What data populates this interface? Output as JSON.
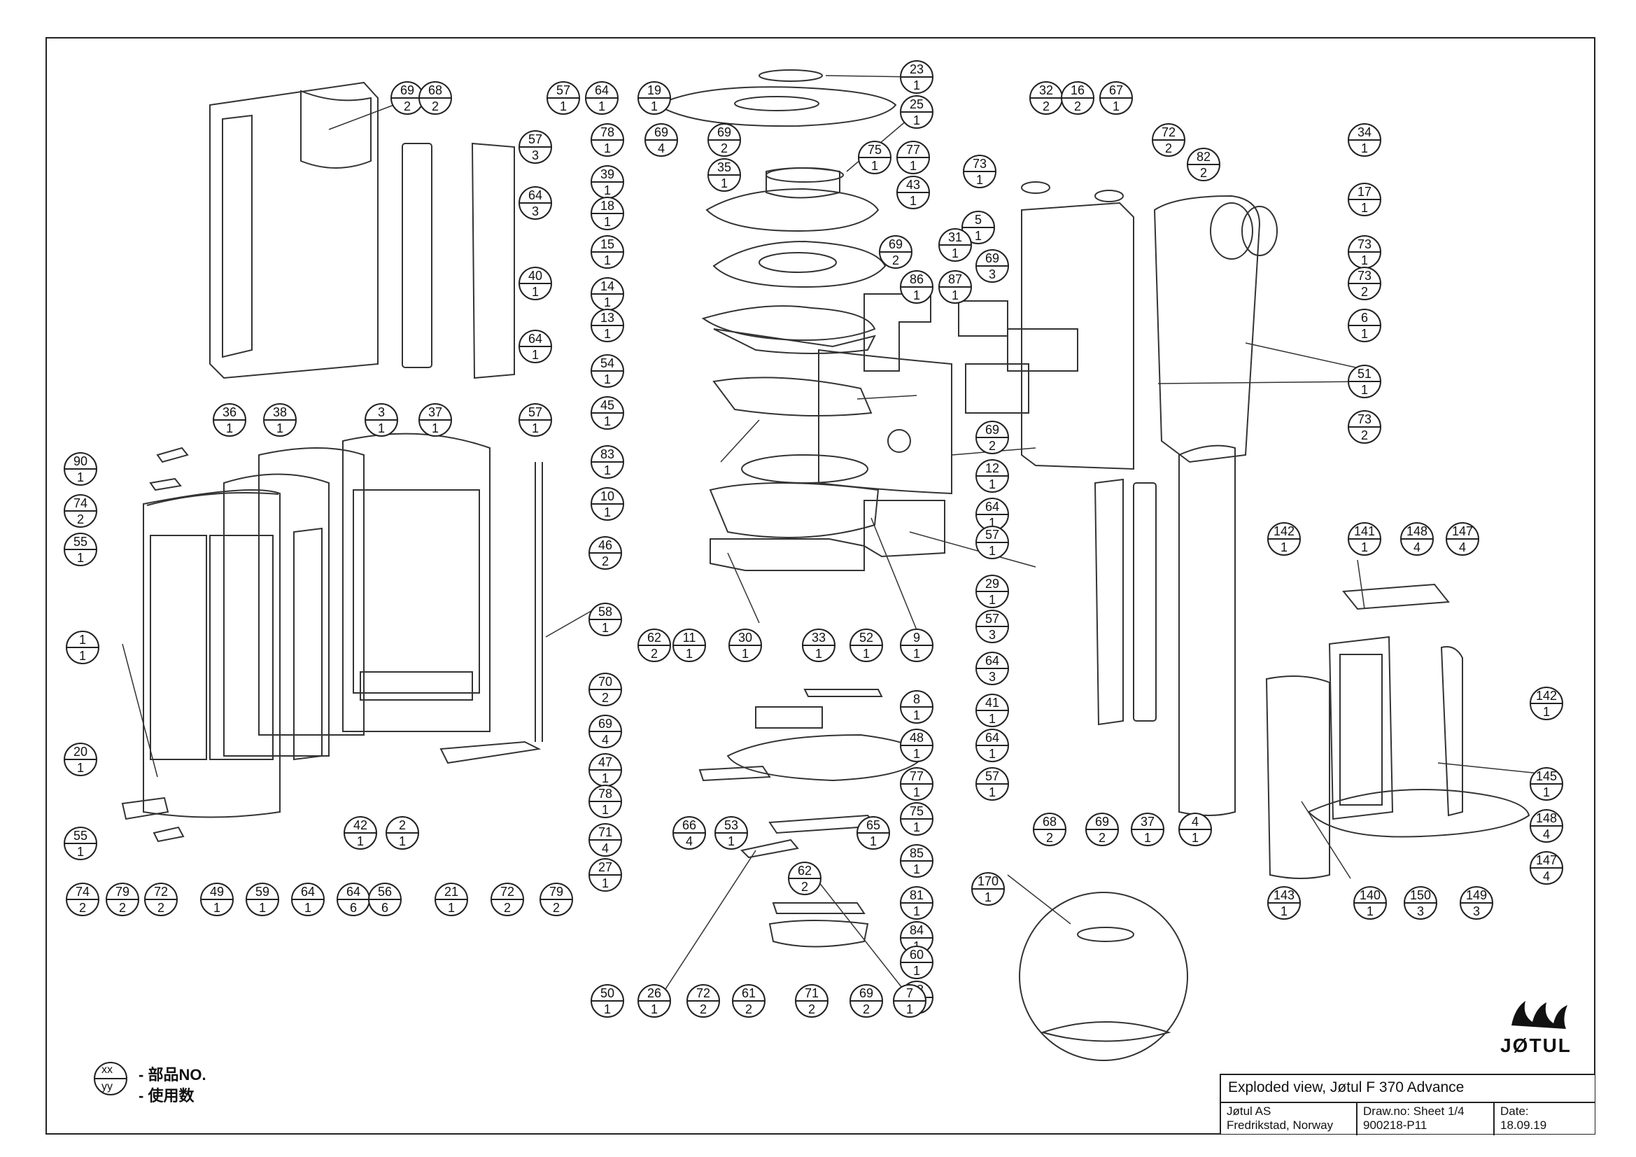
{
  "title_block": {
    "title": "Exploded view, Jøtul F 370 Advance",
    "company": "Jøtul AS",
    "location": "Fredrikstad, Norway",
    "draw_no_label": "Draw.no: Sheet 1/4",
    "draw_no": "900218-P11",
    "date_label": "Date:",
    "date": "18.09.19"
  },
  "legend": {
    "top_symbol": "xx",
    "bottom_symbol": "yy",
    "part_no_label": "- 部品NO.",
    "quantity_label": "- 使用数"
  },
  "logo": {
    "text": "JØTUL"
  },
  "callouts": [
    {
      "part": "69",
      "qty": "2"
    },
    {
      "part": "68",
      "qty": "2"
    },
    {
      "part": "57",
      "qty": "1"
    },
    {
      "part": "64",
      "qty": "1"
    },
    {
      "part": "19",
      "qty": "1"
    },
    {
      "part": "23",
      "qty": "1"
    },
    {
      "part": "25",
      "qty": "1"
    },
    {
      "part": "78",
      "qty": "1"
    },
    {
      "part": "69",
      "qty": "4"
    },
    {
      "part": "69",
      "qty": "2"
    },
    {
      "part": "57",
      "qty": "3"
    },
    {
      "part": "64",
      "qty": "3"
    },
    {
      "part": "35",
      "qty": "1"
    },
    {
      "part": "75",
      "qty": "1"
    },
    {
      "part": "77",
      "qty": "1"
    },
    {
      "part": "43",
      "qty": "1"
    },
    {
      "part": "39",
      "qty": "1"
    },
    {
      "part": "18",
      "qty": "1"
    },
    {
      "part": "15",
      "qty": "1"
    },
    {
      "part": "69",
      "qty": "2"
    },
    {
      "part": "40",
      "qty": "1"
    },
    {
      "part": "14",
      "qty": "1"
    },
    {
      "part": "13",
      "qty": "1"
    },
    {
      "part": "64",
      "qty": "1"
    },
    {
      "part": "54",
      "qty": "1"
    },
    {
      "part": "45",
      "qty": "1"
    },
    {
      "part": "57",
      "qty": "1"
    },
    {
      "part": "36",
      "qty": "1"
    },
    {
      "part": "38",
      "qty": "1"
    },
    {
      "part": "3",
      "qty": "1"
    },
    {
      "part": "37",
      "qty": "1"
    },
    {
      "part": "83",
      "qty": "1"
    },
    {
      "part": "10",
      "qty": "1"
    },
    {
      "part": "90",
      "qty": "1"
    },
    {
      "part": "74",
      "qty": "2"
    },
    {
      "part": "55",
      "qty": "1"
    },
    {
      "part": "46",
      "qty": "2"
    },
    {
      "part": "32",
      "qty": "2"
    },
    {
      "part": "16",
      "qty": "2"
    },
    {
      "part": "67",
      "qty": "1"
    },
    {
      "part": "72",
      "qty": "2"
    },
    {
      "part": "82",
      "qty": "2"
    },
    {
      "part": "34",
      "qty": "1"
    },
    {
      "part": "73",
      "qty": "1"
    },
    {
      "part": "17",
      "qty": "1"
    },
    {
      "part": "5",
      "qty": "1"
    },
    {
      "part": "31",
      "qty": "1"
    },
    {
      "part": "69",
      "qty": "3"
    },
    {
      "part": "73",
      "qty": "1"
    },
    {
      "part": "86",
      "qty": "1"
    },
    {
      "part": "87",
      "qty": "1"
    },
    {
      "part": "73",
      "qty": "2"
    },
    {
      "part": "6",
      "qty": "1"
    },
    {
      "part": "51",
      "qty": "1"
    },
    {
      "part": "73",
      "qty": "2"
    },
    {
      "part": "69",
      "qty": "2"
    },
    {
      "part": "12",
      "qty": "1"
    },
    {
      "part": "64",
      "qty": "1"
    },
    {
      "part": "57",
      "qty": "1"
    },
    {
      "part": "29",
      "qty": "1"
    },
    {
      "part": "1",
      "qty": "1"
    },
    {
      "part": "58",
      "qty": "1"
    },
    {
      "part": "62",
      "qty": "2"
    },
    {
      "part": "11",
      "qty": "1"
    },
    {
      "part": "30",
      "qty": "1"
    },
    {
      "part": "33",
      "qty": "1"
    },
    {
      "part": "52",
      "qty": "1"
    },
    {
      "part": "9",
      "qty": "1"
    },
    {
      "part": "70",
      "qty": "2"
    },
    {
      "part": "8",
      "qty": "1"
    },
    {
      "part": "69",
      "qty": "4"
    },
    {
      "part": "48",
      "qty": "1"
    },
    {
      "part": "47",
      "qty": "1"
    },
    {
      "part": "77",
      "qty": "1"
    },
    {
      "part": "78",
      "qty": "1"
    },
    {
      "part": "75",
      "qty": "1"
    },
    {
      "part": "71",
      "qty": "4"
    },
    {
      "part": "66",
      "qty": "4"
    },
    {
      "part": "53",
      "qty": "1"
    },
    {
      "part": "65",
      "qty": "1"
    },
    {
      "part": "85",
      "qty": "1"
    },
    {
      "part": "27",
      "qty": "1"
    },
    {
      "part": "62",
      "qty": "2"
    },
    {
      "part": "81",
      "qty": "1"
    },
    {
      "part": "84",
      "qty": "1"
    },
    {
      "part": "60",
      "qty": "1"
    },
    {
      "part": "28",
      "qty": "1"
    },
    {
      "part": "20",
      "qty": "1"
    },
    {
      "part": "55",
      "qty": "1"
    },
    {
      "part": "74",
      "qty": "2"
    },
    {
      "part": "79",
      "qty": "2"
    },
    {
      "part": "72",
      "qty": "2"
    },
    {
      "part": "49",
      "qty": "1"
    },
    {
      "part": "59",
      "qty": "1"
    },
    {
      "part": "64",
      "qty": "1"
    },
    {
      "part": "64",
      "qty": "6"
    },
    {
      "part": "56",
      "qty": "6"
    },
    {
      "part": "21",
      "qty": "1"
    },
    {
      "part": "72",
      "qty": "2"
    },
    {
      "part": "79",
      "qty": "2"
    },
    {
      "part": "42",
      "qty": "1"
    },
    {
      "part": "2",
      "qty": "1"
    },
    {
      "part": "57",
      "qty": "3"
    },
    {
      "part": "64",
      "qty": "3"
    },
    {
      "part": "41",
      "qty": "1"
    },
    {
      "part": "64",
      "qty": "1"
    },
    {
      "part": "57",
      "qty": "1"
    },
    {
      "part": "68",
      "qty": "2"
    },
    {
      "part": "69",
      "qty": "2"
    },
    {
      "part": "37",
      "qty": "1"
    },
    {
      "part": "4",
      "qty": "1"
    },
    {
      "part": "170",
      "qty": "1"
    },
    {
      "part": "50",
      "qty": "1"
    },
    {
      "part": "26",
      "qty": "1"
    },
    {
      "part": "72",
      "qty": "2"
    },
    {
      "part": "61",
      "qty": "2"
    },
    {
      "part": "71",
      "qty": "2"
    },
    {
      "part": "69",
      "qty": "2"
    },
    {
      "part": "7",
      "qty": "1"
    },
    {
      "part": "142",
      "qty": "1"
    },
    {
      "part": "141",
      "qty": "1"
    },
    {
      "part": "148",
      "qty": "4"
    },
    {
      "part": "147",
      "qty": "4"
    },
    {
      "part": "142",
      "qty": "1"
    },
    {
      "part": "145",
      "qty": "1"
    },
    {
      "part": "148",
      "qty": "4"
    },
    {
      "part": "147",
      "qty": "4"
    },
    {
      "part": "143",
      "qty": "1"
    },
    {
      "part": "140",
      "qty": "1"
    },
    {
      "part": "150",
      "qty": "3"
    },
    {
      "part": "149",
      "qty": "3"
    }
  ]
}
